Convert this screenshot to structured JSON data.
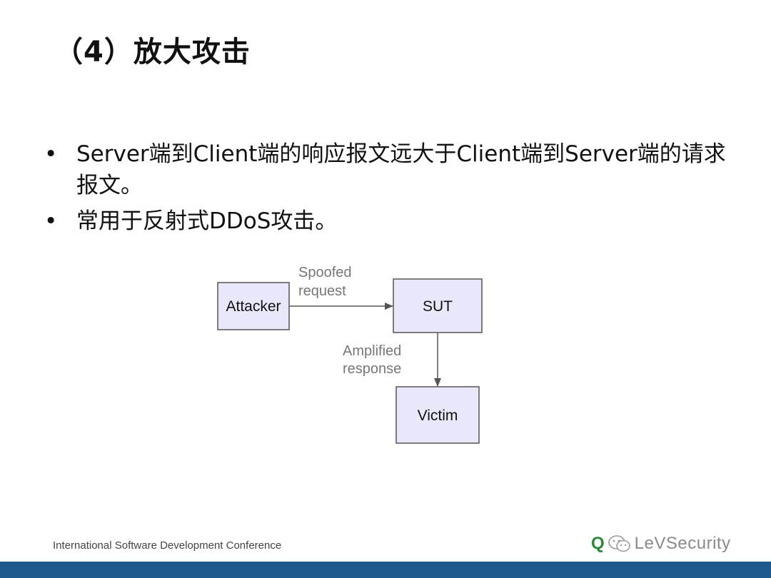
{
  "slide": {
    "title": "（4）放大攻击",
    "bullets": [
      "Server端到Client端的响应报文远大于Client端到Server端的请求报文。",
      "常用于反射式DDoS攻击。"
    ],
    "bullet_glyph": "•"
  },
  "diagram": {
    "nodes": {
      "attacker": "Attacker",
      "sut": "SUT",
      "victim": "Victim"
    },
    "edges": {
      "spoofed_line1": "Spoofed",
      "spoofed_line2": "request",
      "amplified_line1": "Amplified",
      "amplified_line2": "response"
    },
    "colors": {
      "node_fill": "#e8e8fa",
      "node_stroke": "#555555",
      "arrow": "#555555",
      "edge_label": "#777777"
    }
  },
  "footer": {
    "conference": "International Software Development Conference",
    "logo_letter": "Q",
    "account": "LeVSecurity",
    "bar_color": "#1f5a8f",
    "icons": [
      "wechat-icon"
    ]
  }
}
